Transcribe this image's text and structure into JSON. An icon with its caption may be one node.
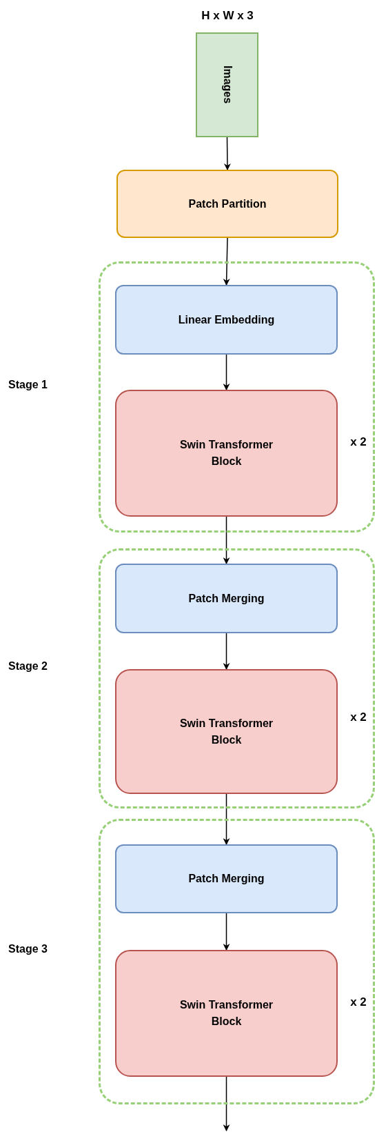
{
  "diagram": {
    "nodes": [
      {
        "text": [
          "Images"
        ],
        "beside": [
          "H x W x 3"
        ]
      },
      {
        "text": [
          "Patch Partition"
        ]
      },
      {
        "text": [
          "Stage 1"
        ]
      },
      {
        "text": [
          "Linear Embedding"
        ],
        "in": 2
      },
      {
        "text": [
          "Swin Transformer Block"
        ],
        "in": 2,
        "beside": [
          "x 2"
        ]
      },
      {
        "text": [
          "Stage 2"
        ]
      },
      {
        "text": [
          "Patch Merging"
        ],
        "in": 5
      },
      {
        "text": [
          "Swin Transformer Block"
        ],
        "in": 5,
        "beside": [
          "x 2"
        ]
      },
      {
        "text": [
          "Stage 3"
        ]
      },
      {
        "text": [
          "Patch Merging"
        ],
        "in": 8
      },
      {
        "text": [
          "Swin Transformer Block"
        ],
        "in": 8,
        "beside": [
          "x 2"
        ]
      }
    ],
    "edges": [
      {
        "from": 0,
        "to": 1,
        "arrow": "to"
      },
      {
        "from": 1,
        "to": 3,
        "arrow": "to"
      },
      {
        "from": 3,
        "to": 4,
        "arrow": "to"
      },
      {
        "from": 4,
        "to": 6,
        "arrow": "to"
      },
      {
        "from": 6,
        "to": 7,
        "arrow": "to"
      },
      {
        "from": 7,
        "to": 9,
        "arrow": "to"
      },
      {
        "from": 9,
        "to": 10,
        "arrow": "to"
      },
      {
        "from": 10,
        "to": null,
        "arrow": "to"
      }
    ]
  }
}
